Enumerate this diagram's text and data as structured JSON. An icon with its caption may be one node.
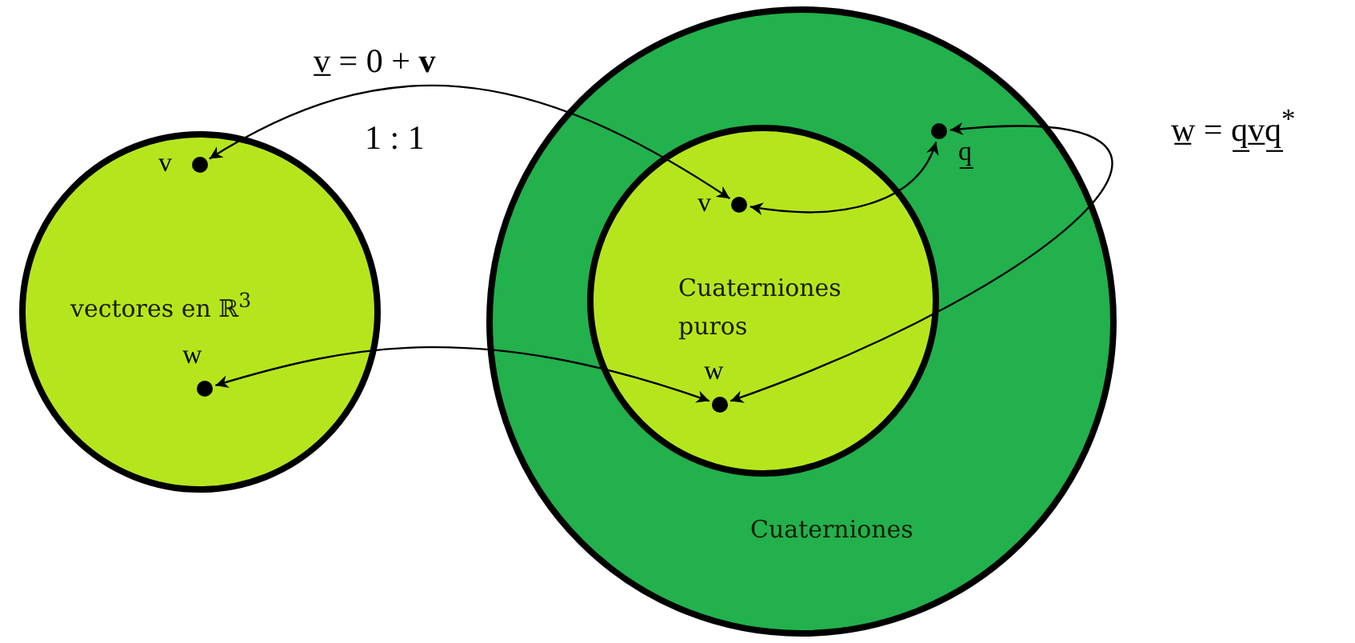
{
  "diagram": {
    "nodes": [
      {
        "text": [
          "vectores en ℝ$^{3}$"
        ]
      },
      {
        "text": [
          "v"
        ],
        "in": 0
      },
      {
        "text": [
          "w"
        ],
        "in": 0
      },
      {
        "text": [
          "Cuaterniones"
        ]
      },
      {
        "text": [
          "Cuaterniones puros"
        ],
        "in": 3
      },
      {
        "text": [
          "v"
        ],
        "in": 4
      },
      {
        "text": [
          "w"
        ],
        "in": 4
      },
      {
        "text": [
          "q̲"
        ],
        "in": 3
      }
    ],
    "edges": [
      {
        "from": 1,
        "to": 5,
        "arrow": "both",
        "label": "v̲ = 0 + **v**"
      },
      {
        "from": 2,
        "to": 6,
        "arrow": "both"
      },
      {
        "from": 5,
        "to": 7,
        "arrow": "both"
      },
      {
        "from": 6,
        "to": 7,
        "arrow": "both",
        "label": "w̲ = q̲v̲q̲$^{*}$"
      }
    ],
    "labels": [
      "1 : 1"
    ]
  }
}
